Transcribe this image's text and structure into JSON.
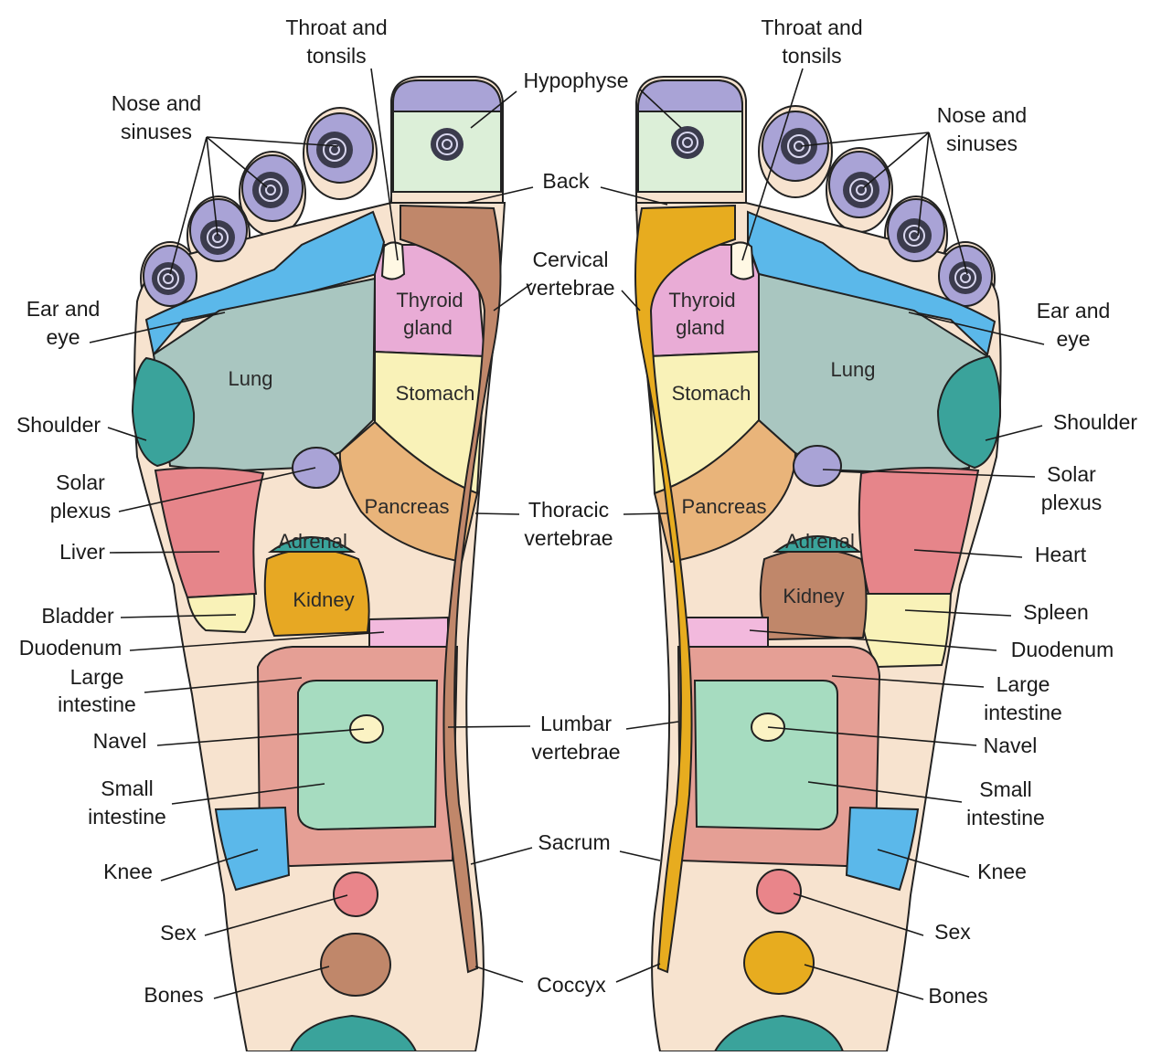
{
  "colors": {
    "skin": "#f7e3cf",
    "toe_pad": "#a9a3d6",
    "sinus_blue": "#5bb8ea",
    "lung": "#a9c6c0",
    "shoulder": "#3aa39b",
    "thyroid": "#e9acd6",
    "stomach": "#f9f2b8",
    "pancreas": "#e9b47a",
    "liver_heart": "#e6858a",
    "kidney_left": "#e7a823",
    "kidney_right": "#c0876a",
    "adrenal": "#3aa39b",
    "duodenum": "#f2b9dd",
    "large_intestine": "#e59f95",
    "small_intestine": "#a6dcc0",
    "navel": "#fbf3c4",
    "knee": "#5bb8ea",
    "sex": "#e9858a",
    "bones_left": "#c0876a",
    "bones_right": "#e7ac1f",
    "spine_left": "#c0876a",
    "spine_right": "#e7ac1f",
    "hypophyse": "#dcefd8"
  },
  "left_foot": {
    "labels": {
      "throat": [
        "Throat and",
        "tonsils"
      ],
      "nose": [
        "Nose and",
        "sinuses"
      ],
      "ear": [
        "Ear and",
        "eye"
      ],
      "shoulder": "Shoulder",
      "solar": [
        "Solar",
        "plexus"
      ],
      "liver": "Liver",
      "bladder": "Bladder",
      "duodenum": "Duodenum",
      "large_intestine": [
        "Large",
        "intestine"
      ],
      "navel": "Navel",
      "small_intestine": [
        "Small",
        "intestine"
      ],
      "knee": "Knee",
      "sex": "Sex",
      "bones": "Bones"
    },
    "inner": {
      "lung": "Lung",
      "thyroid": [
        "Thyroid",
        "gland"
      ],
      "stomach": "Stomach",
      "pancreas": "Pancreas",
      "adrenal": "Adrenal",
      "kidney": "Kidney"
    }
  },
  "right_foot": {
    "labels": {
      "throat": [
        "Throat and",
        "tonsils"
      ],
      "nose": [
        "Nose and",
        "sinuses"
      ],
      "ear": [
        "Ear and",
        "eye"
      ],
      "shoulder": "Shoulder",
      "solar": [
        "Solar",
        "plexus"
      ],
      "heart": "Heart",
      "spleen": "Spleen",
      "duodenum": "Duodenum",
      "large_intestine": [
        "Large",
        "intestine"
      ],
      "navel": "Navel",
      "small_intestine": [
        "Small",
        "intestine"
      ],
      "knee": "Knee",
      "sex": "Sex",
      "bones": "Bones"
    },
    "inner": {
      "lung": "Lung",
      "thyroid": [
        "Thyroid",
        "gland"
      ],
      "stomach": "Stomach",
      "pancreas": "Pancreas",
      "adrenal": "Adrenal",
      "kidney": "Kidney"
    }
  },
  "center_labels": {
    "hypophyse": "Hypophyse",
    "back": "Back",
    "cervical": [
      "Cervical",
      "vertebrae"
    ],
    "thoracic": [
      "Thoracic",
      "vertebrae"
    ],
    "lumbar": [
      "Lumbar",
      "vertebrae"
    ],
    "sacrum": "Sacrum",
    "coccyx": "Coccyx"
  }
}
